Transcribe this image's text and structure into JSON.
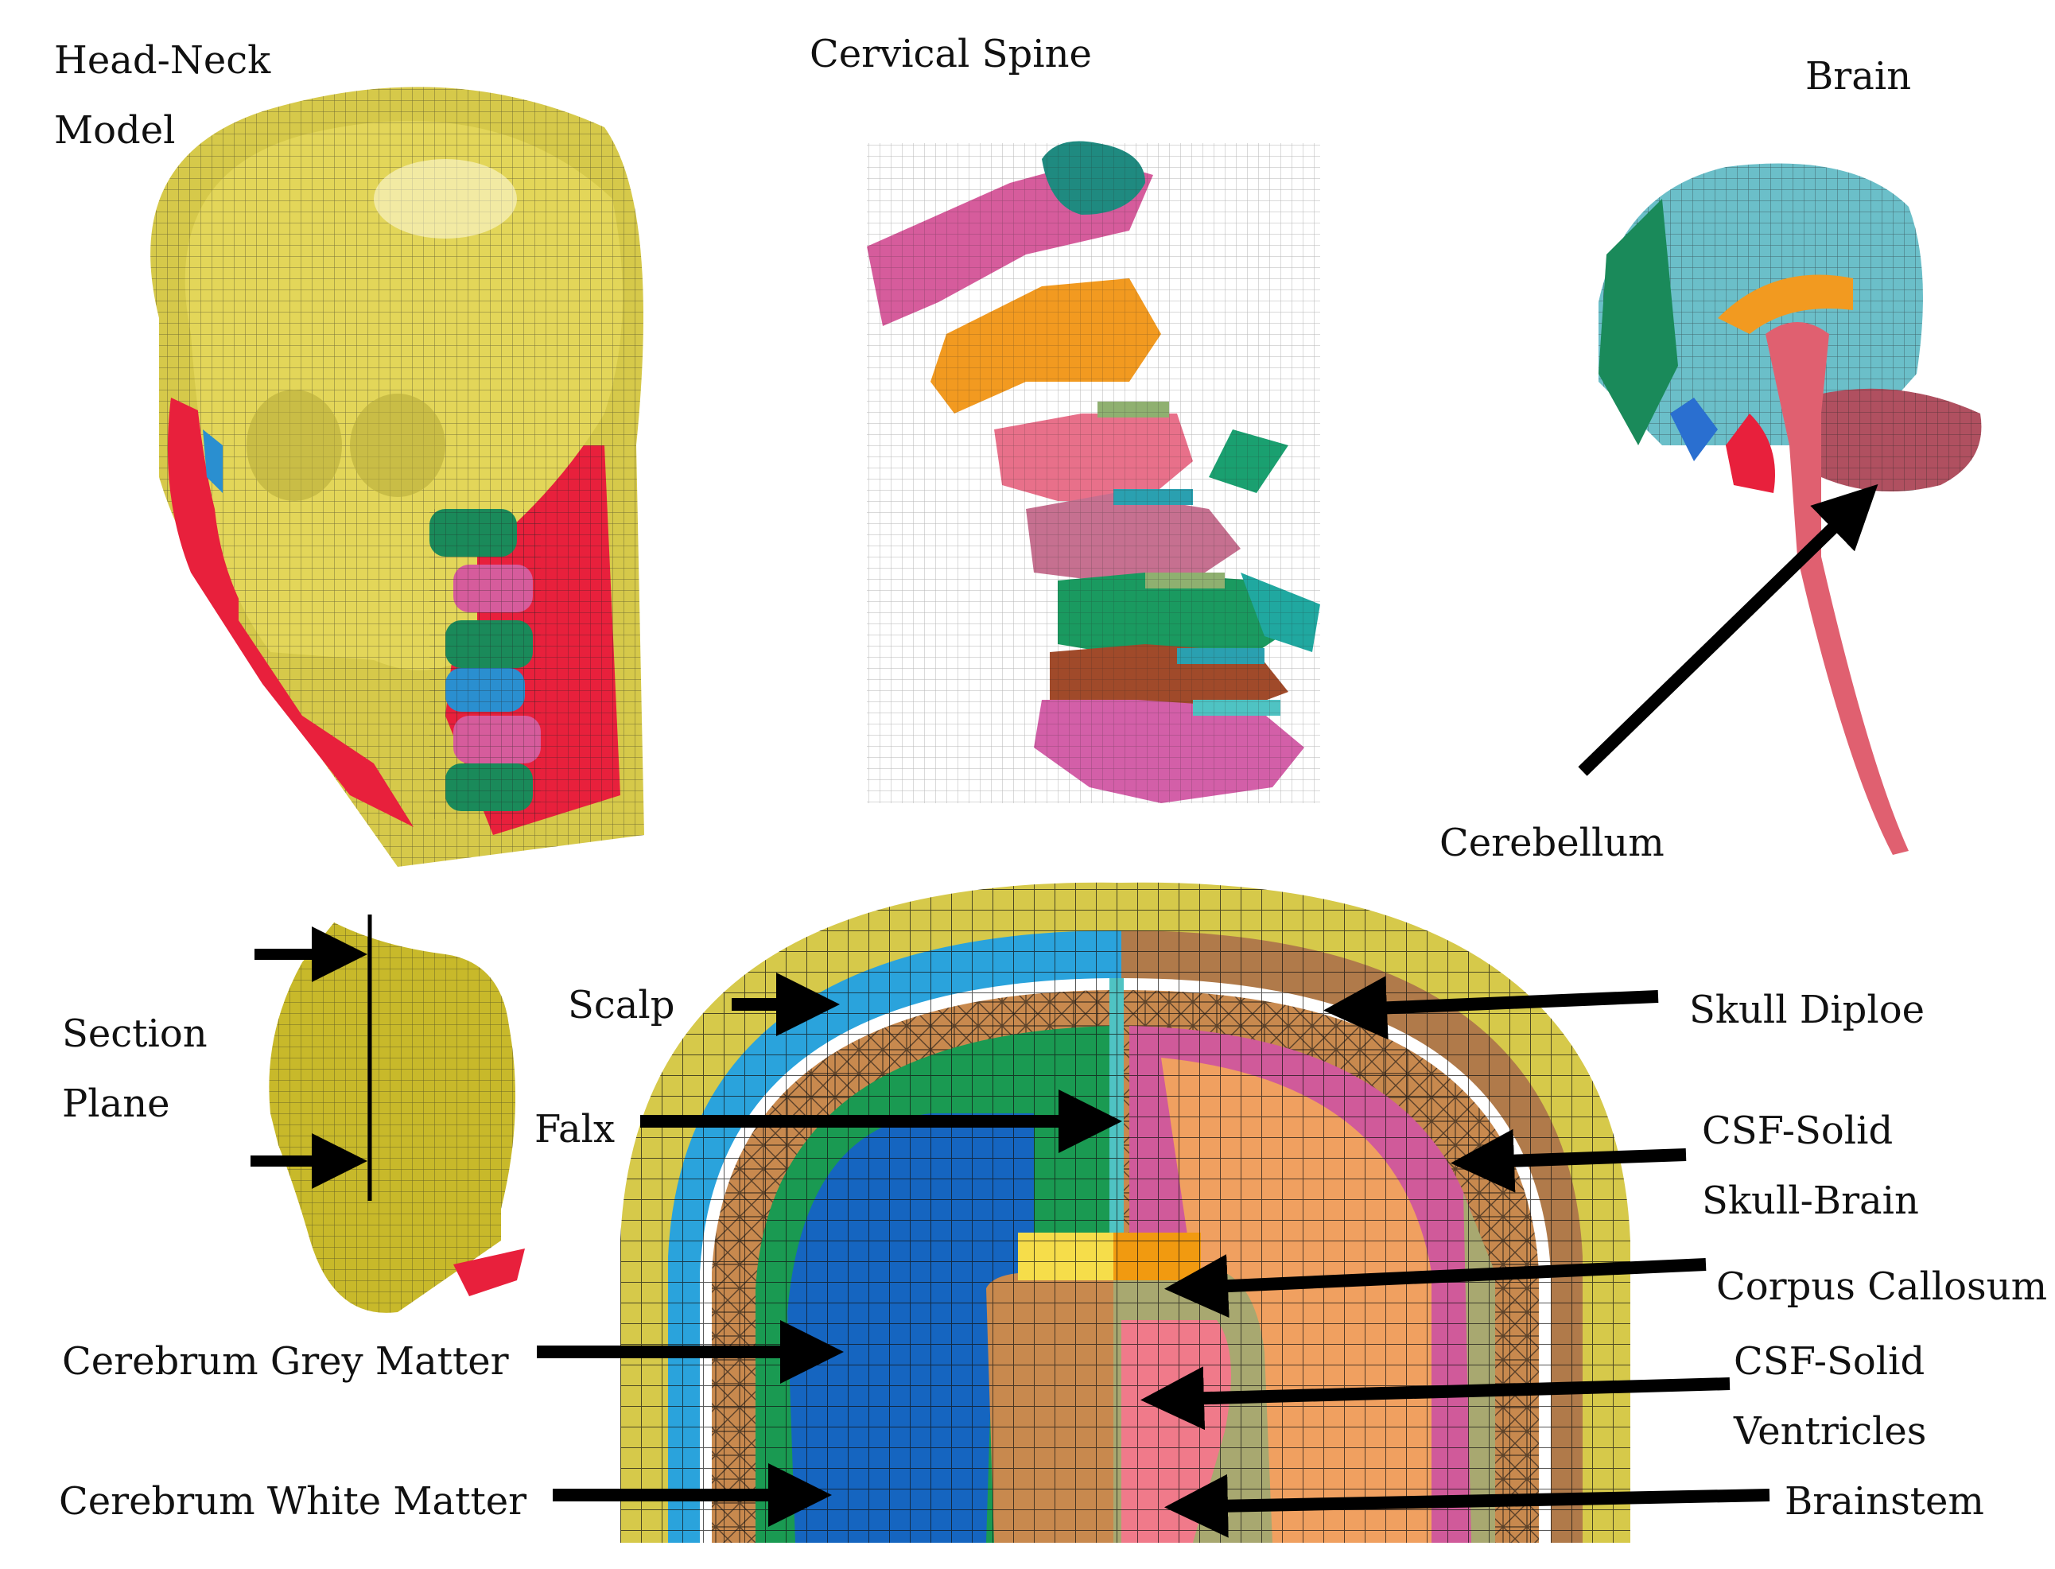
{
  "panels": {
    "head_neck": {
      "title_line1": "Head-Neck",
      "title_line2": "Model"
    },
    "cervical_spine": {
      "title": "Cervical Spine"
    },
    "brain": {
      "title": "Brain",
      "callout": "Cerebellum"
    },
    "section_plane": {
      "line1": "Section",
      "line2": "Plane"
    }
  },
  "section_labels": {
    "scalp": "Scalp",
    "skull_diploe": "Skull Diploe",
    "falx": "Falx",
    "csf_skull_brain_1": "CSF-Solid",
    "csf_skull_brain_2": "Skull-Brain",
    "corpus_callosum": "Corpus Callosum",
    "csf_ventricles_1": "CSF-Solid",
    "csf_ventricles_2": "Ventricles",
    "brainstem": "Brainstem",
    "grey_matter": "Cerebrum Grey Matter",
    "white_matter": "Cerebrum White Matter"
  },
  "colors": {
    "skin_yellow": "#d6c94a",
    "muscle_red": "#e8203c",
    "skull_blue": "#2aa3dc",
    "diploe_brown": "#b07a4a",
    "falx_cyan": "#4fc3c3",
    "grey_matter_green": "#1a9a52",
    "white_matter_blue": "#1565c0",
    "cortex_pink": "#d05a9a",
    "cortex_orange": "#f0a060",
    "csf_olive": "#a8a870",
    "corpus_yellow": "#f6dd4a",
    "corpus_orange": "#f19a10",
    "ventricle_brown": "#c8894e",
    "brainstem_pink": "#f07a8a",
    "cerebrum_teal": "#6bbfc9"
  }
}
